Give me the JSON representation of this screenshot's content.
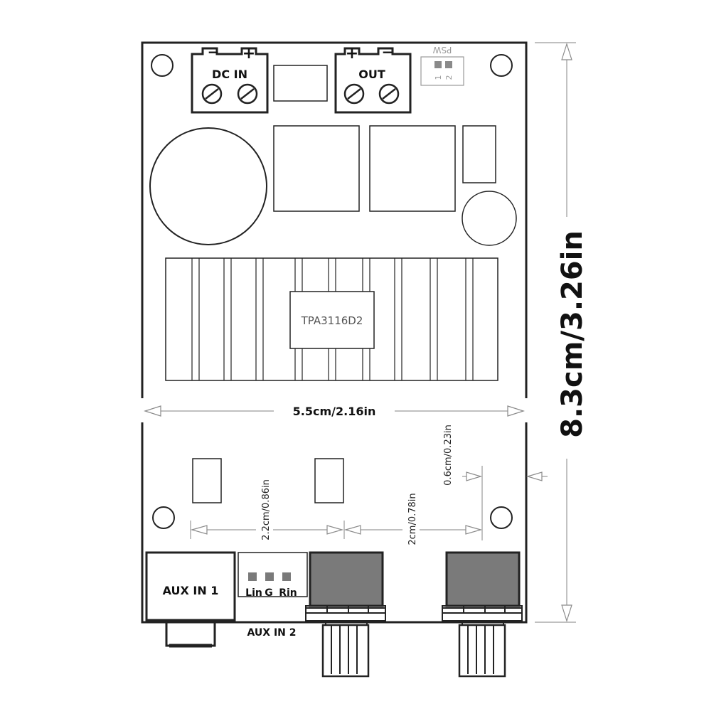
{
  "board": {
    "chip_label": "TPA3116D2",
    "dc_in_label": "DC IN",
    "out_label": "OUT",
    "minus_sign": "−",
    "plus_sign": "+",
    "psw_label": "PSW",
    "switch_pins": [
      "1",
      "2"
    ],
    "aux_in_1_label": "AUX IN 1",
    "aux_in_2_label": "AUX IN 2",
    "aux_pins": [
      "Lin",
      "G",
      "Rin"
    ]
  },
  "dimensions": {
    "height_label": "8.3cm/3.26in",
    "width_label": "5.5cm/2.16in",
    "gap1_label": "2.2cm/0.86in",
    "gap2_label": "2cm/0.78in",
    "gap3_label": "0.6cm/0.23in"
  },
  "colors": {
    "outline": "#222222",
    "light_outline": "#9a9a9a",
    "potentiometer_body": "#7a7a7a"
  }
}
